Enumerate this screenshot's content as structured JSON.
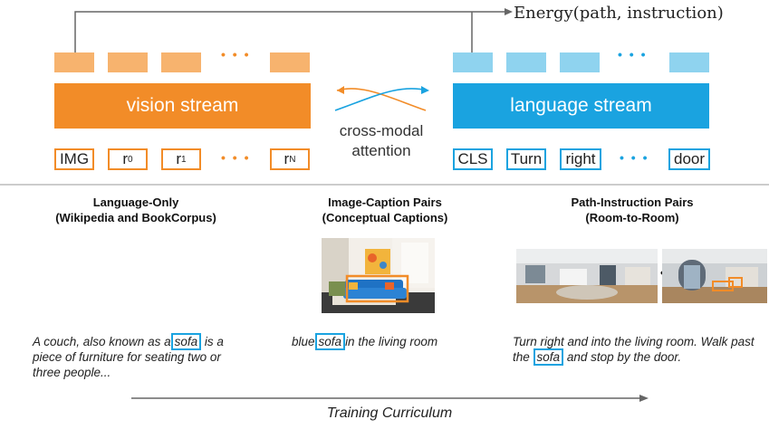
{
  "energy_label": "Energy(path, instruction)",
  "vision_stream": "vision stream",
  "language_stream": "language stream",
  "cross_modal": [
    "cross-modal",
    "attention"
  ],
  "vision_tokens": [
    "IMG",
    "r",
    "r",
    "r"
  ],
  "vision_sups": [
    "",
    "0",
    "1",
    "N"
  ],
  "language_tokens": [
    "CLS",
    "Turn",
    "right",
    "door"
  ],
  "ellipsis": "• • •",
  "sections": [
    {
      "title1": "Language-Only",
      "title2": "(Wikipedia and BookCorpus)",
      "text_before": "A couch, also known as a",
      "highlight": "sofa",
      "text_after": "is a piece of furniture for seating two or three people..."
    },
    {
      "title1": "Image-Caption Pairs",
      "title2": "(Conceptual Captions)",
      "text_before": "blue",
      "highlight": "sofa",
      "text_after": "in the living room"
    },
    {
      "title1": "Path-Instruction Pairs",
      "title2": "(Room-to-Room)",
      "text_before": "Turn right and into the living room. Walk past the",
      "highlight": "sofa",
      "text_after": "and stop by the door."
    }
  ],
  "training_curriculum": "Training Curriculum",
  "colors": {
    "orange": "#f28c28",
    "light_orange": "#f7b36e",
    "blue": "#1aa3e0",
    "light_blue": "#8fd3ef"
  }
}
